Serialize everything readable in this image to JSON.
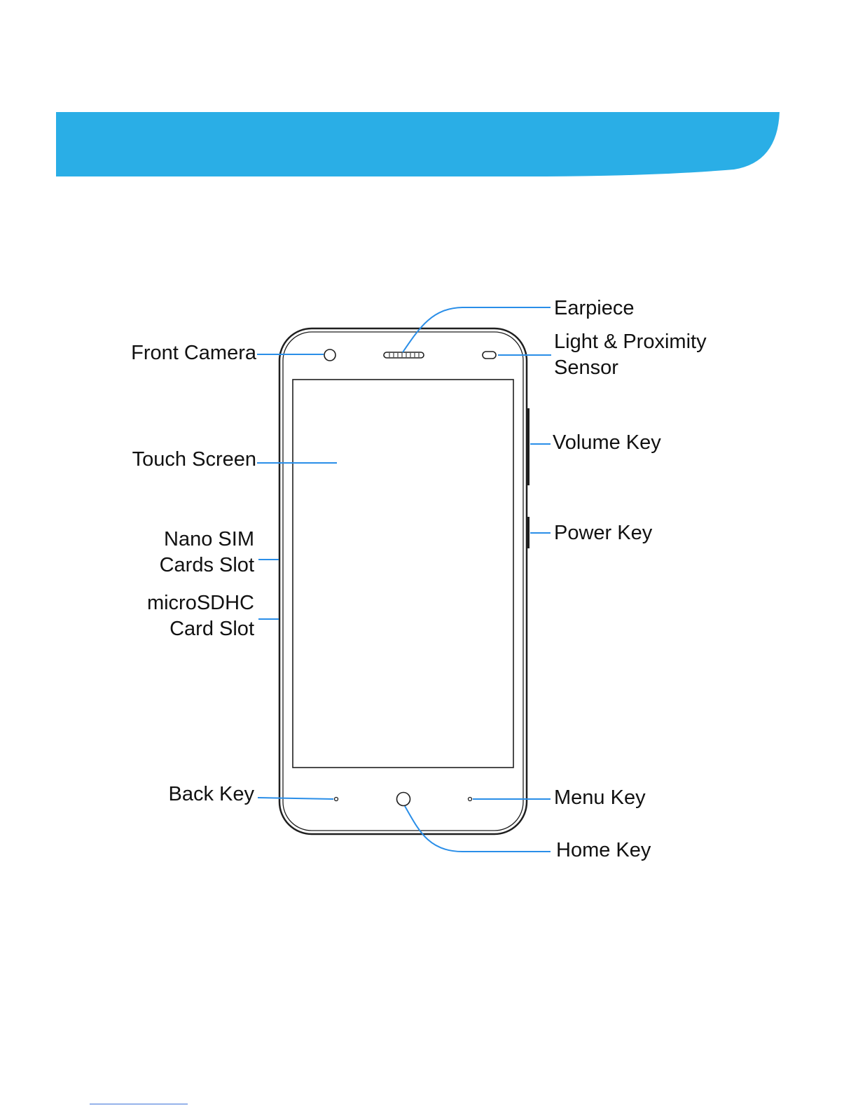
{
  "colors": {
    "banner": "#2aaee6",
    "callout_line": "#2a8ee8",
    "device_outline": "#1f1f1f",
    "label_text": "#111111"
  },
  "labels": {
    "front_camera": "Front Camera",
    "earpiece": "Earpiece",
    "light_sensor_line1": "Light & Proximity",
    "light_sensor_line2": "Sensor",
    "touch_screen": "Touch Screen",
    "volume_key": "Volume Key",
    "power_key": "Power Key",
    "nano_sim_line1": "Nano SIM",
    "nano_sim_line2": "Cards Slot",
    "microsdhc_line1": "microSDHC",
    "microsdhc_line2": "Card Slot",
    "back_key": "Back Key",
    "menu_key": "Menu Key",
    "home_key": "Home Key"
  }
}
